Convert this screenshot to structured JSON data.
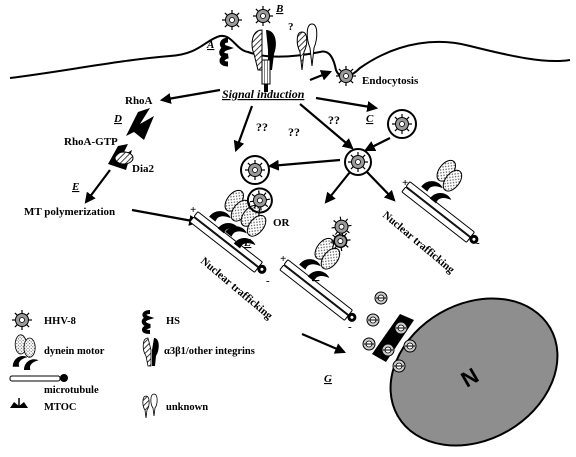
{
  "labels": {
    "signal_induction": "Signal induction",
    "endocytosis": "Endocytosis",
    "rhoa": "RhoA",
    "rhoa_gtp": "RhoA-GTP",
    "dia2": "Dia2",
    "mt_polymerization": "MT polymerization",
    "or": "OR",
    "nuclear_trafficking": "Nuclear trafficking",
    "nucleus": "N",
    "plus": "+",
    "minus": "-",
    "qq": "??",
    "question": "?"
  },
  "steps": {
    "A": "A",
    "B": "B",
    "C": "C",
    "D": "D",
    "E": "E",
    "F": "F",
    "G": "G"
  },
  "legend": {
    "hhv8": "HHV-8",
    "hs": "HS",
    "dynein": "dynein motor",
    "integrins": "α3β1/other integrins",
    "microtubule": "microtubule",
    "mtoc": "MTOC",
    "unknown": "unknown"
  }
}
